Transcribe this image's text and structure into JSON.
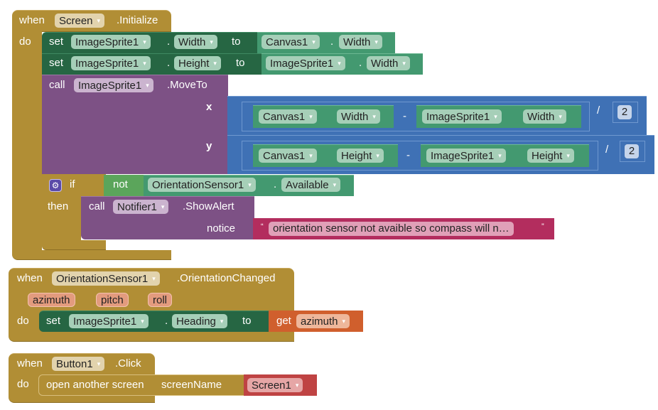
{
  "colors": {
    "event": "#b18e35",
    "setter": "#266643",
    "getter": "#439970",
    "call": "#7d5185",
    "math": "#3f71b5",
    "logic": "#5ba55b",
    "text": "#b32d5e",
    "variable": "#d05f2d",
    "screen_name": "#bf4343"
  },
  "block1": {
    "when": "when",
    "component": "Screen",
    "event": ".Initialize",
    "do": "do",
    "set1": {
      "kw": "set",
      "component": "ImageSprite1",
      "dot": ".",
      "prop": "Width",
      "to": "to",
      "value": {
        "component": "Canvas1",
        "dot": ".",
        "prop": "Width"
      }
    },
    "set2": {
      "kw": "set",
      "component": "ImageSprite1",
      "dot": ".",
      "prop": "Height",
      "to": "to",
      "value": {
        "component": "ImageSprite1",
        "dot": ".",
        "prop": "Width"
      }
    },
    "call": {
      "kw": "call",
      "component": "ImageSprite1",
      "method": ".MoveTo",
      "x": {
        "label": "x",
        "left": {
          "component": "Canvas1",
          "prop": "Width"
        },
        "minus": "-",
        "right": {
          "component": "ImageSprite1",
          "prop": "Width"
        },
        "div": "/",
        "divisor": "2"
      },
      "y": {
        "label": "y",
        "left": {
          "component": "Canvas1",
          "prop": "Height"
        },
        "minus": "-",
        "right": {
          "component": "ImageSprite1",
          "prop": "Height"
        },
        "div": "/",
        "divisor": "2"
      }
    },
    "if": {
      "kw": "if",
      "gear": "⚙",
      "not": "not",
      "component": "OrientationSensor1",
      "dot": ".",
      "prop": "Available",
      "then": "then",
      "call": {
        "kw": "call",
        "component": "Notifier1",
        "method": ".ShowAlert",
        "arg": "notice",
        "open_quote": "“",
        "text": "orientation sensor not avaible so compass will n…",
        "close_quote": "”"
      }
    }
  },
  "block2": {
    "when": "when",
    "component": "OrientationSensor1",
    "event": ".OrientationChanged",
    "params": [
      "azimuth",
      "pitch",
      "roll"
    ],
    "do": "do",
    "set": {
      "kw": "set",
      "component": "ImageSprite1",
      "dot": ".",
      "prop": "Heading",
      "to": "to",
      "get": "get",
      "var": "azimuth"
    }
  },
  "block3": {
    "when": "when",
    "component": "Button1",
    "event": ".Click",
    "do": "do",
    "open": "open another screen",
    "arg": "screenName",
    "screen": "Screen1"
  },
  "dropdown_arrow": "▾"
}
